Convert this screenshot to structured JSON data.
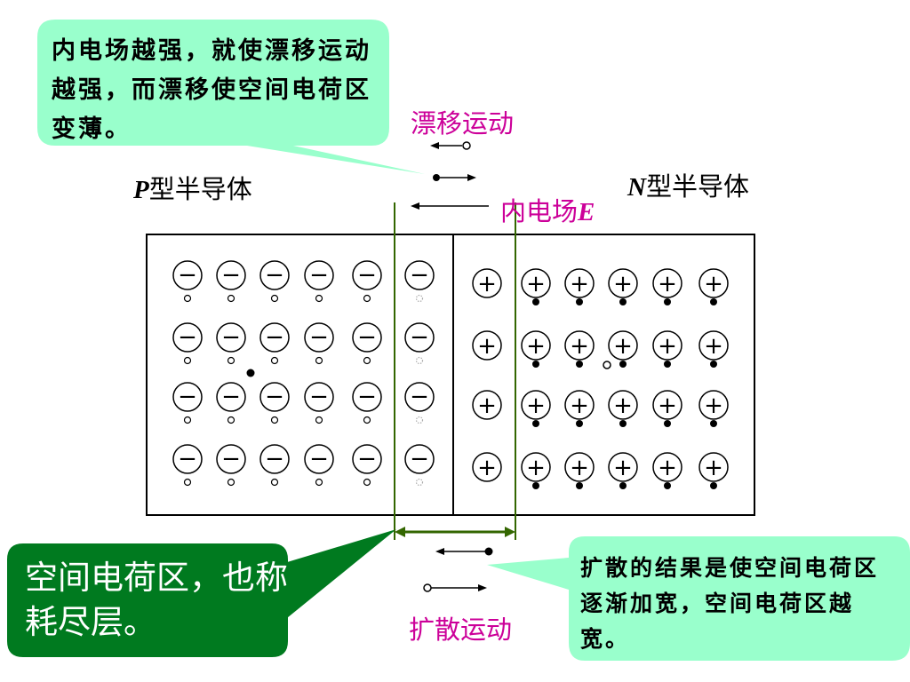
{
  "callouts": {
    "top": "内电场越强，就使漂移运动越强，而漂移使空间电荷区变薄。",
    "right": "扩散的结果是使空间电荷区逐渐加宽，空间电荷区越宽。",
    "left": "空间电荷区，也称耗尽层。"
  },
  "labels": {
    "drift": "漂移运动",
    "diffusion": "扩散运动",
    "field_text": "内电场",
    "field_symbol": "E",
    "p_letter": "P",
    "p_text": "型半导体",
    "n_letter": "N",
    "n_text": "型半导体"
  },
  "ion_symbols": {
    "negative": "−",
    "positive": "+"
  },
  "grid": {
    "rows": 4,
    "p_cols": 6,
    "n_cols": 6
  },
  "colors": {
    "callout_fill": "#99ffcc",
    "depletion_callout_fill": "#007a1f",
    "boundary_line": "#336600",
    "label_magenta": "#cc0099"
  }
}
